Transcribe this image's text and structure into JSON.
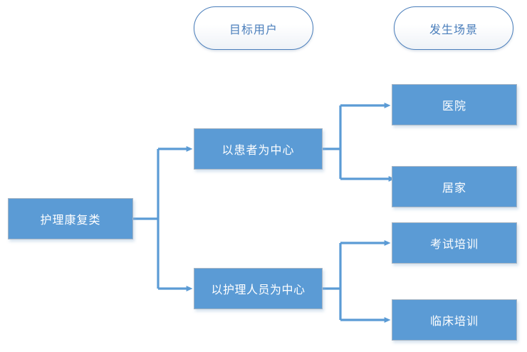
{
  "diagram": {
    "type": "tree-flowchart",
    "title_visible": false,
    "colors": {
      "node_fill": "#5b9bd5",
      "node_text": "#ffffff",
      "node_border": "#a9b6c4",
      "pill_border": "#4a7ebb",
      "pill_text": "#4a7ebb",
      "pill_fill": "#ffffff",
      "connector": "#5b9bd5",
      "background": "#ffffff"
    },
    "headers": [
      {
        "id": "header-target-user",
        "label": "目标用户",
        "column": "middle"
      },
      {
        "id": "header-scenario",
        "label": "发生场景",
        "column": "right"
      }
    ],
    "root": {
      "id": "node-root",
      "label": "护理康复类"
    },
    "level2": [
      {
        "id": "node-patient-centered",
        "label": "以患者为中心"
      },
      {
        "id": "node-nurse-centered",
        "label": "以护理人员为中心"
      }
    ],
    "level3": [
      {
        "id": "node-hospital",
        "label": "医院",
        "parent": "node-patient-centered"
      },
      {
        "id": "node-home",
        "label": "居家",
        "parent": "node-patient-centered"
      },
      {
        "id": "node-exam-training",
        "label": "考试培训",
        "parent": "node-nurse-centered"
      },
      {
        "id": "node-clinical-training",
        "label": "临床培训",
        "parent": "node-nurse-centered"
      }
    ],
    "edges": [
      {
        "from": "node-root",
        "to": "node-patient-centered"
      },
      {
        "from": "node-root",
        "to": "node-nurse-centered"
      },
      {
        "from": "node-patient-centered",
        "to": "node-hospital"
      },
      {
        "from": "node-patient-centered",
        "to": "node-home"
      },
      {
        "from": "node-nurse-centered",
        "to": "node-exam-training"
      },
      {
        "from": "node-nurse-centered",
        "to": "node-clinical-training"
      }
    ]
  }
}
